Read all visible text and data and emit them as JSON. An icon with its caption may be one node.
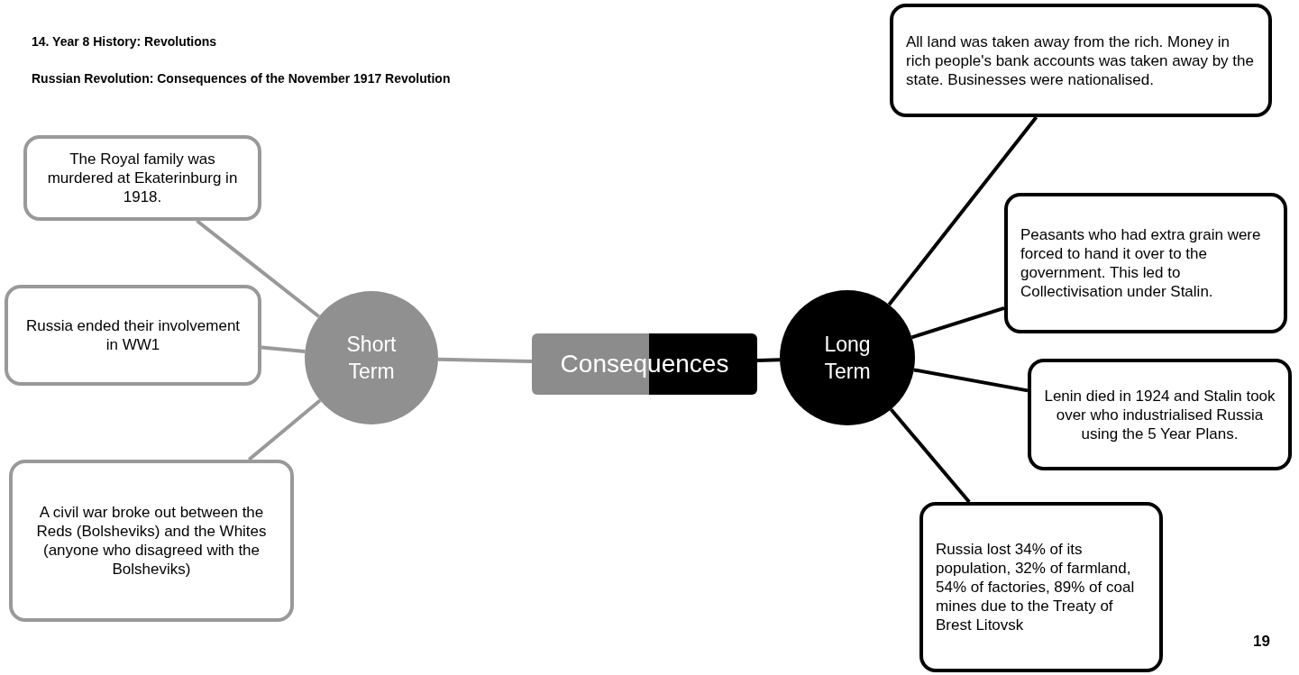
{
  "diagram": {
    "title": "14. Year 8 History: Revolutions",
    "nodes": [
      {
        "text": [
          "Consequences"
        ]
      },
      {
        "text": [
          "Short Term"
        ]
      },
      {
        "text": [
          "Long Term"
        ]
      },
      {
        "text": [
          "The Royal family was murdered at Ekaterinburg in 1918."
        ]
      },
      {
        "text": [
          "Russia ended their involvement in WW1"
        ]
      },
      {
        "text": [
          "A civil war broke out between the Reds (Bolsheviks) and the Whites (anyone who disagreed with the Bolsheviks)"
        ]
      },
      {
        "text": [
          "All land was taken away from the rich. Money in rich people's bank accounts was taken away by the state. Businesses were nationalised."
        ]
      },
      {
        "text": [
          "Peasants who had extra grain were forced to hand it over to the government. This led to Collectivisation under Stalin."
        ]
      },
      {
        "text": [
          "Lenin died in 1924 and Stalin took over who industrialised Russia using the 5 Year Plans."
        ]
      },
      {
        "text": [
          "Russia lost 34% of its population, 32% of farmland, 54% of factories, 89% of coal mines due to the Treaty of Brest Litovsk"
        ]
      }
    ],
    "edges": [
      {
        "from": 0,
        "to": 1,
        "arrow": "none",
        "color": "#999999"
      },
      {
        "from": 0,
        "to": 2,
        "arrow": "none"
      },
      {
        "from": 1,
        "to": 3,
        "arrow": "none",
        "color": "#999999"
      },
      {
        "from": 1,
        "to": 4,
        "arrow": "none",
        "color": "#999999"
      },
      {
        "from": 1,
        "to": 5,
        "arrow": "none",
        "color": "#999999"
      },
      {
        "from": 2,
        "to": 6,
        "arrow": "none"
      },
      {
        "from": 2,
        "to": 7,
        "arrow": "none"
      },
      {
        "from": 2,
        "to": 8,
        "arrow": "none"
      },
      {
        "from": 2,
        "to": 9,
        "arrow": "none"
      }
    ],
    "labels": [
      "Russian Revolution: Consequences of the November 1917 Revolution",
      "19"
    ]
  }
}
